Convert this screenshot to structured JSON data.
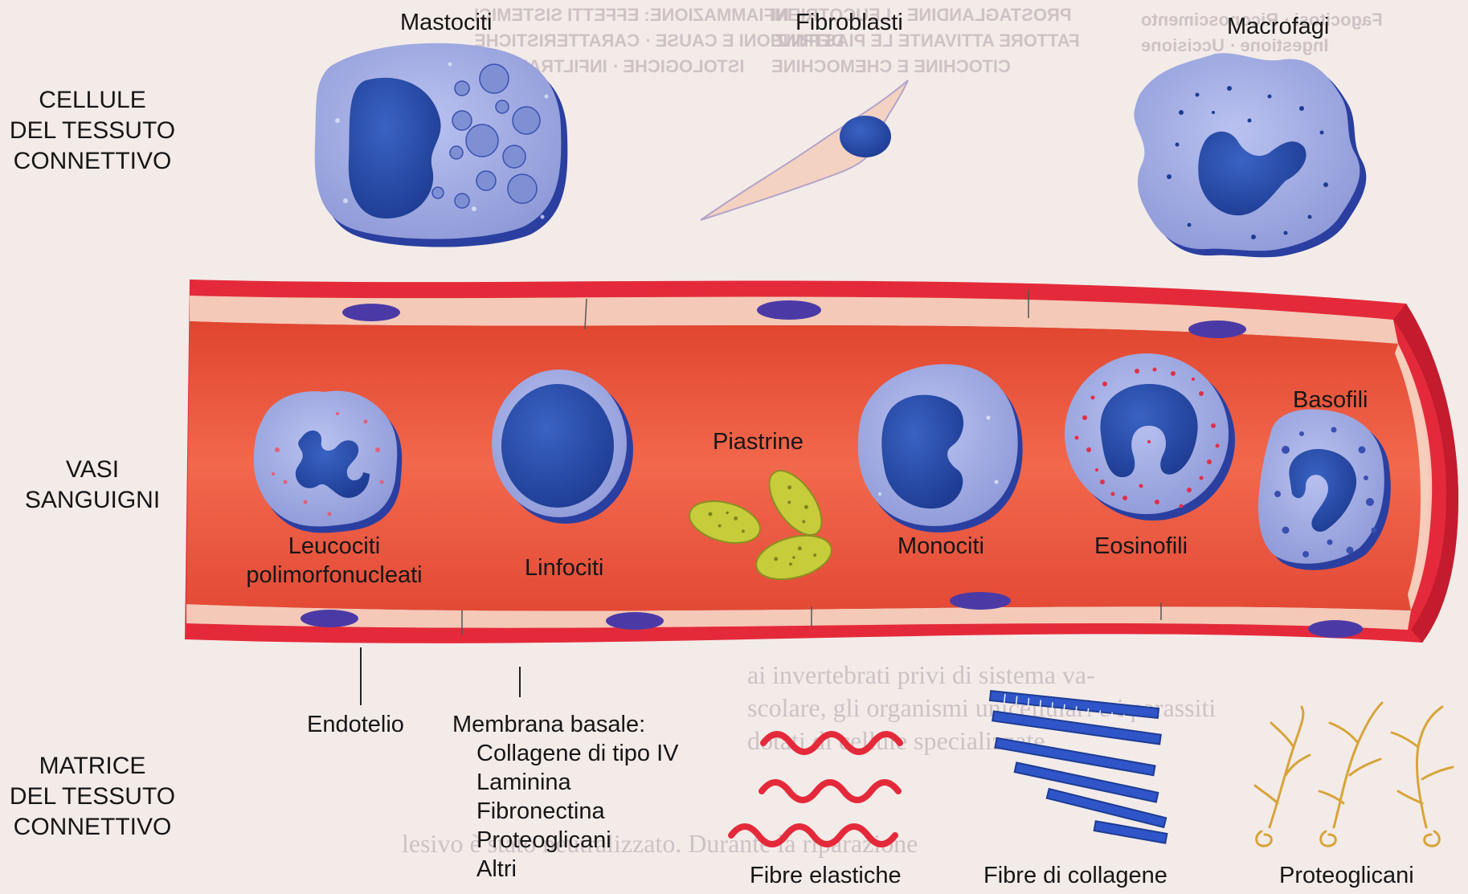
{
  "sections": {
    "connective_cells": [
      "CELLULE",
      "DEL TESSUTO",
      "CONNETTIVO"
    ],
    "blood_vessels": [
      "VASI",
      "SANGUIGNI"
    ],
    "connective_matrix": [
      "MATRICE",
      "DEL TESSUTO",
      "CONNETTIVO"
    ]
  },
  "cells": {
    "mastociti": "Mastociti",
    "fibroblasti": "Fibroblasti",
    "macrofagi": "Macrofagi",
    "leucociti": [
      "Leucociti",
      "polimorfonucleati"
    ],
    "linfociti": "Linfociti",
    "piastrine": "Piastrine",
    "monociti": "Monociti",
    "eosinofili": "Eosinofili",
    "basofili": "Basofili"
  },
  "vessel_labels": {
    "endotelio": "Endotelio",
    "membrana_title": "Membrana basale:",
    "membrana_items": [
      "Collagene di tipo IV",
      "Laminina",
      "Fibronectina",
      "Proteoglicani",
      "Altri"
    ]
  },
  "matrix_labels": {
    "fibre_elastiche": "Fibre elastiche",
    "fibre_collagene": "Fibre di collagene",
    "proteoglicani": "Proteoglicani"
  },
  "colors": {
    "cell_body": "#aab3e8",
    "nucleus": "#2a4ea8",
    "vessel_wall": "#e8303f",
    "vessel_lumen": "#ec5a45",
    "endothelium": "#f4c9b7",
    "platelet": "#c6cc3a",
    "collagen": "#2f55c9",
    "proteoglycan": "#d8a43a"
  }
}
